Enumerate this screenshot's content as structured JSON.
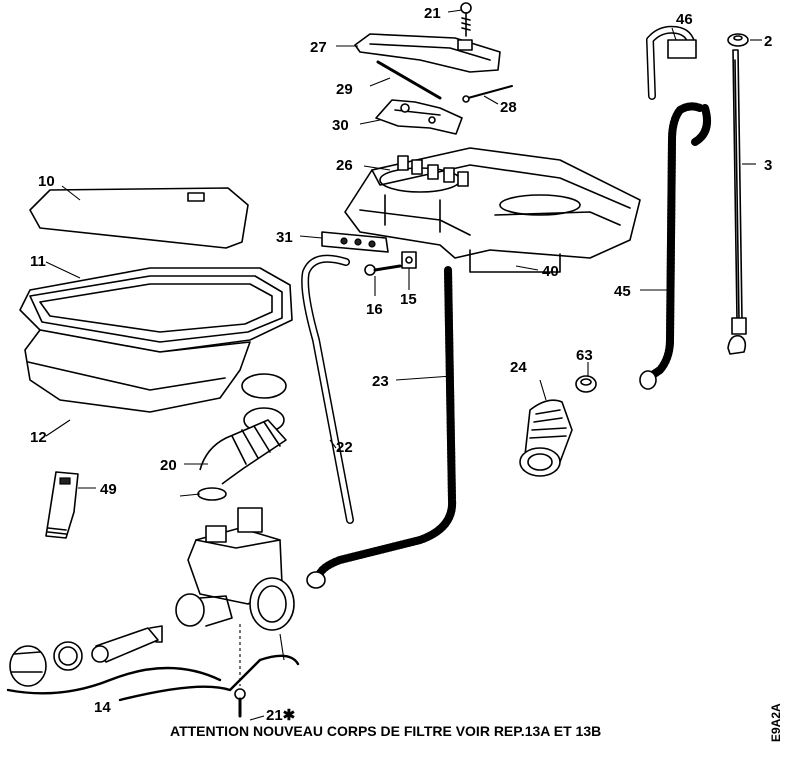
{
  "labels": {
    "p21": "21",
    "p46": "46",
    "p2": "2",
    "p27": "27",
    "p29": "29",
    "p28": "28",
    "p30": "30",
    "p26": "26",
    "p3": "3",
    "p10": "10",
    "p11": "11",
    "p31": "31",
    "p16": "16",
    "p15": "15",
    "p40": "40",
    "p45": "45",
    "p12": "12",
    "p23": "23",
    "p24": "24",
    "p63": "63",
    "p22": "22",
    "p20": "20",
    "p49": "49",
    "p14": "14",
    "p21b": "21✱"
  },
  "footer_note": "ATTENTION NOUVEAU CORPS DE FILTRE VOIR REP.13A ET 13B",
  "side_code": "E9A2A"
}
